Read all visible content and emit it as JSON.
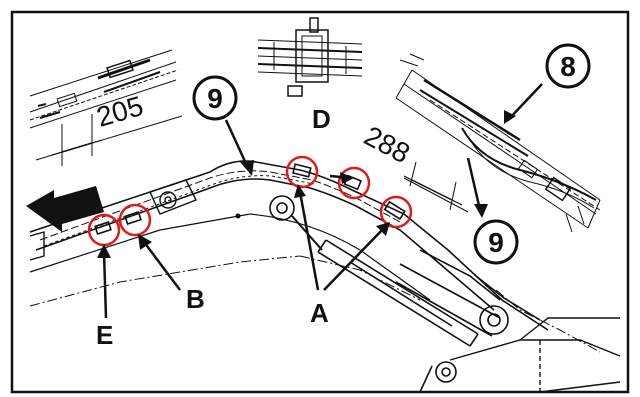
{
  "callouts": {
    "nine_left": "9",
    "eight": "8",
    "nine_right": "9"
  },
  "dimensions": {
    "left": "205",
    "right": "288"
  },
  "labels": {
    "a": "A",
    "b": "B",
    "d": "D",
    "e": "E"
  },
  "colors": {
    "line": "#111111",
    "highlight": "#e01b1b",
    "background": "#ffffff"
  }
}
